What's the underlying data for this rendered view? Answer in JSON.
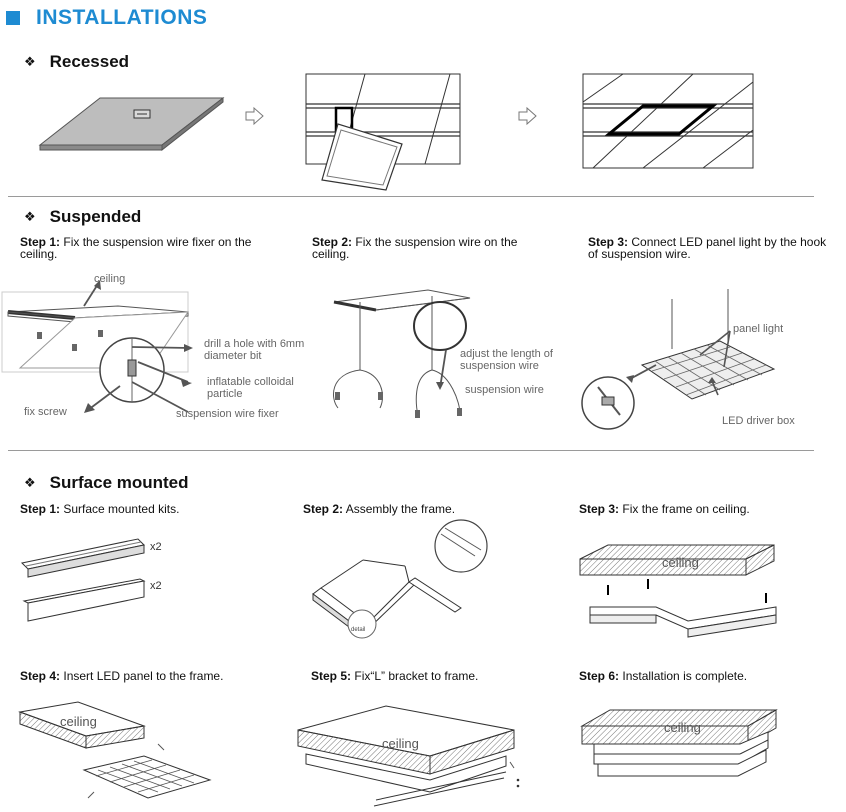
{
  "title": "INSTALLATIONS",
  "recessed": {
    "heading": "Recessed"
  },
  "suspended": {
    "heading": "Suspended",
    "step1": {
      "label": "Step 1:",
      "text": "Fix the suspension wire fixer on the ceiling."
    },
    "step2": {
      "label": "Step 2:",
      "text": "Fix the suspension wire on the ceiling."
    },
    "step3": {
      "label": "Step 3:",
      "text": "Connect LED panel light by the hook of suspension wire."
    },
    "labels": {
      "ceiling": "ceiling",
      "drill": "drill a hole with 6mm diameter bit",
      "colloidal": "inflatable colloidal particle",
      "fix_screw": "fix screw",
      "fixer": "suspension wire fixer",
      "adjust": "adjust the length of suspension wire",
      "suspension_wire": "suspension wire",
      "panel_light": "panel light",
      "driver_box": "LED driver box"
    }
  },
  "surface": {
    "heading": "Surface mounted",
    "step1": {
      "label": "Step 1:",
      "text": "Surface mounted kits."
    },
    "step2": {
      "label": "Step 2:",
      "text": "Assembly the frame."
    },
    "step3": {
      "label": "Step 3:",
      "text": "Fix the frame on ceiling."
    },
    "step4": {
      "label": "Step 4:",
      "text": "Insert LED panel to the frame."
    },
    "step5": {
      "label": "Step 5:",
      "text": "Fix“L” bracket to frame."
    },
    "step6": {
      "label": "Step 6:",
      "text": "Installation is complete."
    },
    "labels": {
      "x2a": "x2",
      "x2b": "x2",
      "ceiling": "ceiling",
      "detail": "detail"
    }
  }
}
